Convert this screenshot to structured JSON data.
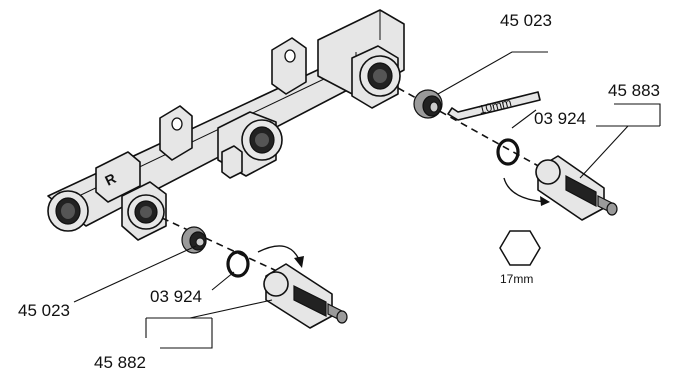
{
  "labels": {
    "part_45023_top": "45 023",
    "part_45883": "45 883",
    "part_03924_top": "03 924",
    "wrench_size": "10mm",
    "hex_size": "17mm",
    "part_45023_bottom": "45 023",
    "part_03924_bottom": "03 924",
    "part_45882": "45 882",
    "marking": "R"
  },
  "icons": {
    "manifold": "manifold-body-drawing",
    "hex_key": "hex-key-drawing",
    "hex_nut": "hexagon-icon",
    "o_ring": "o-ring-drawing",
    "sleeve": "threaded-sleeve-drawing",
    "cartridge": "valve-cartridge-drawing",
    "rotation_arrow": "curved-arrow-icon"
  },
  "colors": {
    "line": "#111111",
    "part_fill": "#e6e6e6",
    "background": "#ffffff"
  }
}
